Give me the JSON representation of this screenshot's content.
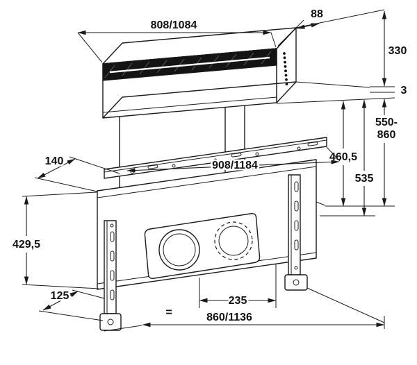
{
  "page": {
    "background": "#ffffff",
    "title": "Downdraft extractor hood installation dimension drawing"
  },
  "drawing": {
    "type": "technical-dimension-diagram",
    "units": "mm",
    "stroke_color": "#1a1a1a",
    "glass_color": "#141414",
    "dimensions": {
      "top_width": "808/1084",
      "top_depth": "88",
      "head_height": "330",
      "worktop_gap": "3",
      "height_range_line1": "550-",
      "height_range_line2": "860",
      "inner_height": "460,5",
      "mid_height": "535",
      "rail_width": "908/1184",
      "rail_depth": "140",
      "panel_height": "429,5",
      "foot_depth": "125",
      "outlet_spacing": "235",
      "bottom_width": "860/1136",
      "equal_mark": "="
    }
  }
}
